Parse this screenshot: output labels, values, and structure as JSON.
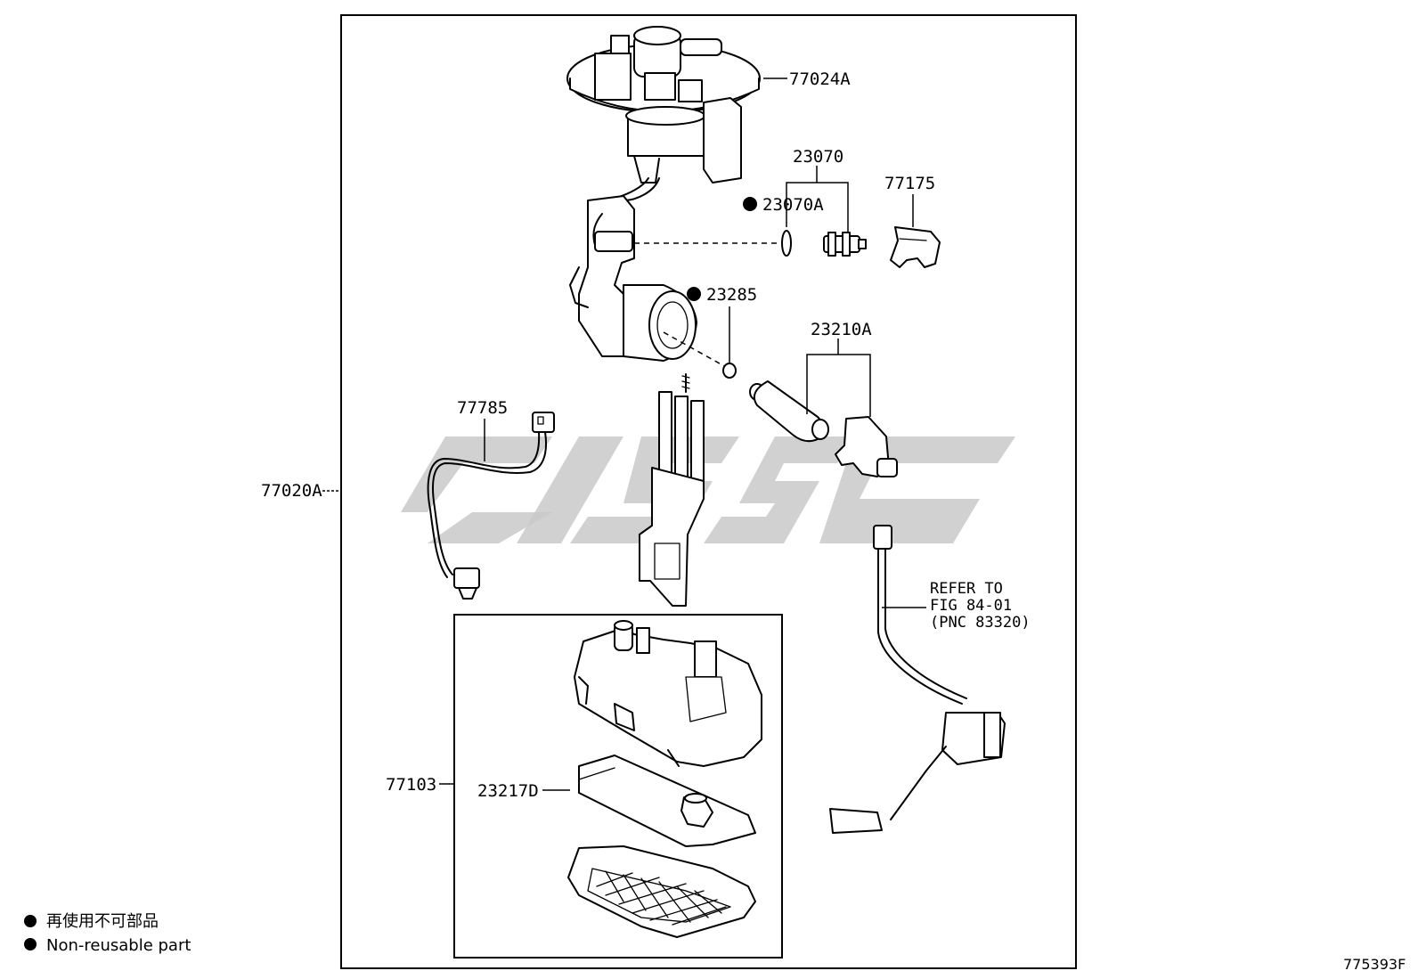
{
  "labels": {
    "p77024A": "77024A",
    "p23070": "23070",
    "p23070A": "23070A",
    "p77175": "77175",
    "p23285": "23285",
    "p23210A": "23210A",
    "p77785": "77785",
    "p77020A": "77020A",
    "p77103": "77103",
    "p23217D": "23217D"
  },
  "reference_note": {
    "line1": "REFER TO",
    "line2": "FIG 84-01",
    "line3": "(PNC 83320)"
  },
  "legend": {
    "line_cn": "再使用不可部品",
    "line_en": "Non-reusable part"
  },
  "figure_code": "775393F",
  "non_reusable_marker_color": "#000000",
  "watermark_color": "#c9c9c9"
}
